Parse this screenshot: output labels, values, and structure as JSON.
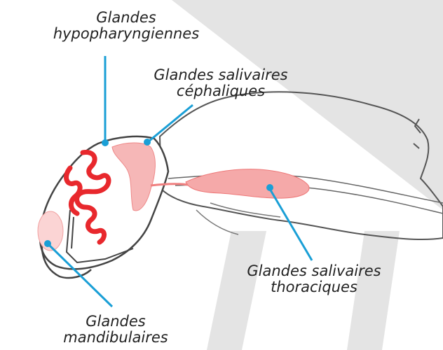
{
  "labels": {
    "hypopharyngeal": {
      "line1": "Glandes",
      "line2": "hypopharyngiennes"
    },
    "cephalic_salivary": {
      "line1": "Glandes salivaires",
      "line2": "céphaliques"
    },
    "thoracic_salivary": {
      "line1": "Glandes salivaires",
      "line2": "thoraciques"
    },
    "mandibular": {
      "line1": "Glandes",
      "line2": "mandibulaires"
    }
  },
  "colors": {
    "gland_red": "#e8282d",
    "gland_pink": "#f39a9a",
    "pointer_blue": "#1a9fd6",
    "outline": "#555555",
    "background_shape": "#e2e2e2"
  }
}
